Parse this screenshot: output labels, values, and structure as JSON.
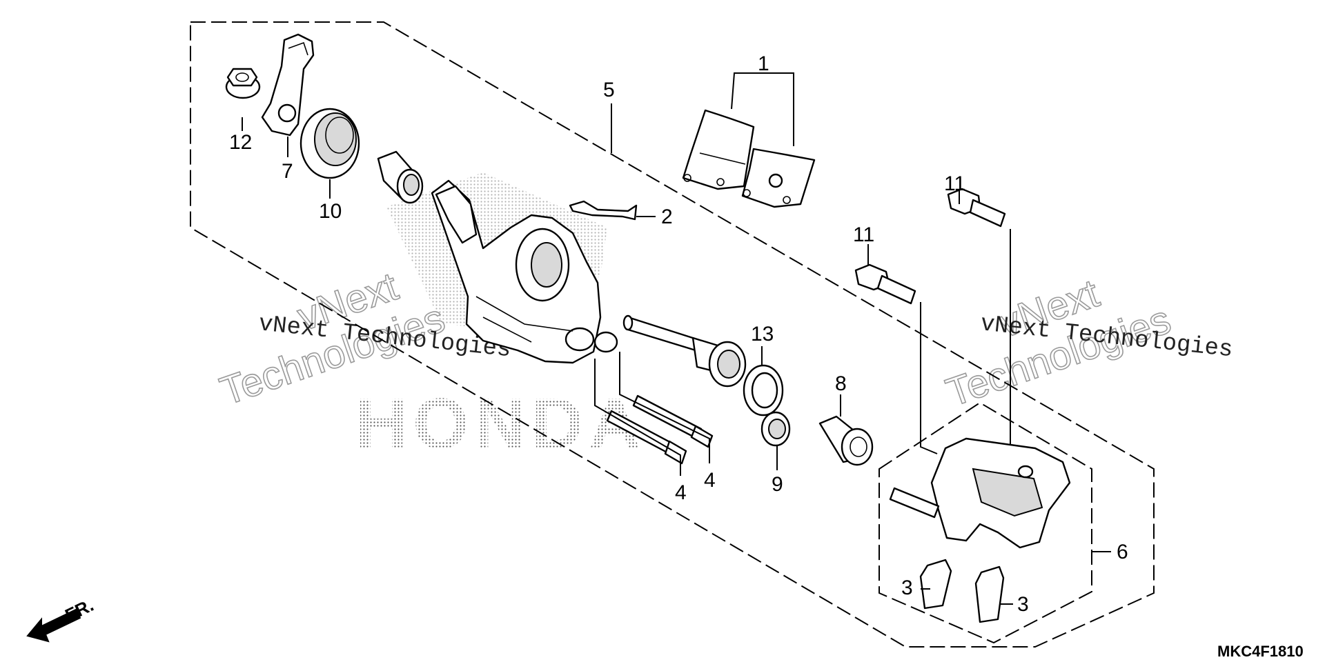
{
  "diagram": {
    "callouts": {
      "c1": "1",
      "c2": "2",
      "c3a": "3",
      "c3b": "3",
      "c4a": "4",
      "c4b": "4",
      "c5": "5",
      "c6": "6",
      "c7": "7",
      "c8": "8",
      "c9": "9",
      "c10": "10",
      "c11a": "11",
      "c11b": "11",
      "c12": "12",
      "c13": "13"
    },
    "front_label": "FR.",
    "diagram_code": "MKC4F1810",
    "watermark": {
      "mono_text": "vNext Technologies",
      "outline_line1": "vNext",
      "outline_line2": "Technologies",
      "logo_text": "HONDA"
    }
  }
}
